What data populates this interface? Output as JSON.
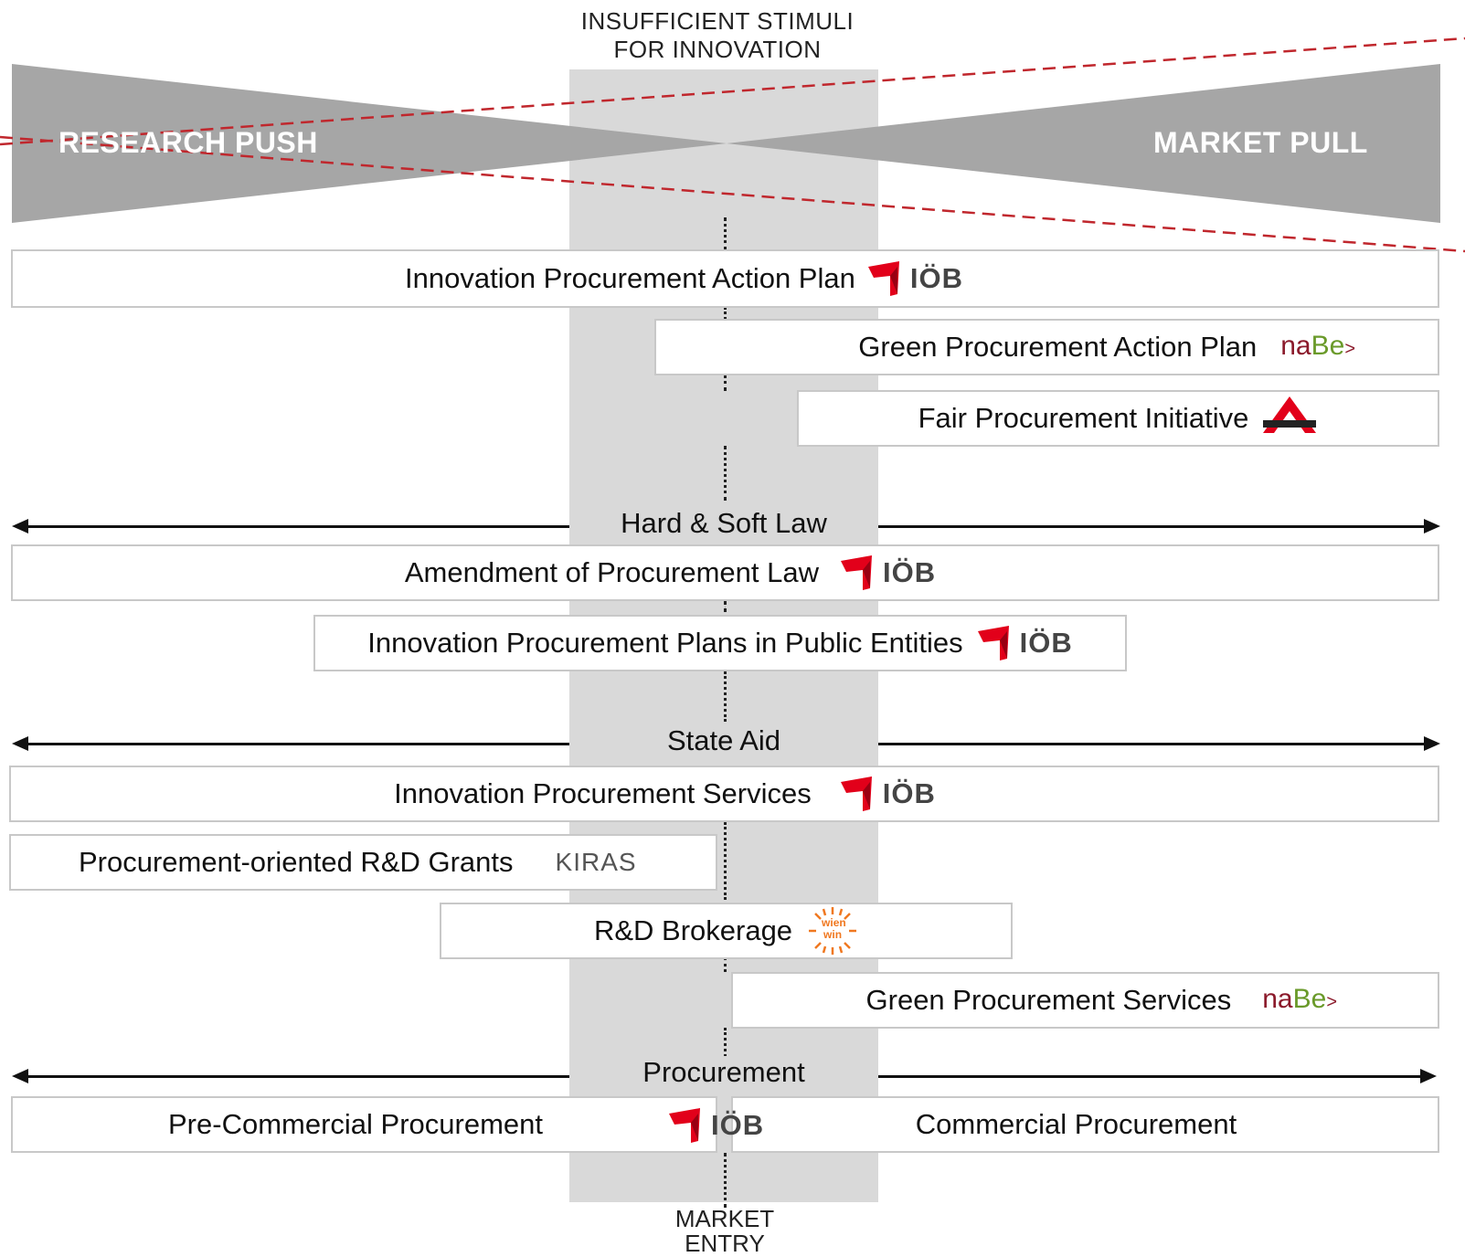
{
  "header": {
    "line1": "INSUFFICIENT  STIMULI",
    "line2": "FOR INNOVATION"
  },
  "funnel": {
    "left": "RESEARCH PUSH",
    "right": "MARKET PULL",
    "fill_color": "#a6a6a6",
    "crossed_out_color": "#c0272d"
  },
  "group1": {
    "bars": [
      {
        "label": "Innovation  Procurement Action Plan",
        "logo": "ioeb-logo"
      },
      {
        "label": "Green  Procurement Action Plan",
        "logo": "nabe-logo"
      },
      {
        "label": "Fair Procurement Initiative",
        "logo": "faire-vergaben-logo"
      }
    ]
  },
  "section_hard_soft": "Hard & Soft Law",
  "group2": {
    "bars": [
      {
        "label": "Amendment of Procurement Law",
        "logo": "ioeb-logo"
      },
      {
        "label": "Innovation  Procurement Plans in Public Entities",
        "logo": "ioeb-logo"
      }
    ]
  },
  "section_state_aid": "State Aid",
  "group3": {
    "bars": [
      {
        "label": "Innovation  Procurement Services",
        "logo": "ioeb-logo"
      },
      {
        "label": "Procurement-oriented R&D Grants",
        "logo": "kiras-logo"
      },
      {
        "label": "R&D Brokerage",
        "logo": "wien-win-logo"
      },
      {
        "label": "Green  Procurement Services",
        "logo": "nabe-logo"
      }
    ]
  },
  "section_procurement": "Procurement",
  "group4": {
    "pre_commercial": "Pre-Commercial Procurement",
    "commercial": "Commercial Procurement"
  },
  "logos": {
    "ioeb": "IÖB",
    "nabe_na": "na",
    "nabe_be": "Be",
    "kiras": "KIRAS",
    "wien": "wien",
    "win": "win"
  },
  "market_entry": {
    "line1": "MARKET",
    "line2": "ENTRY"
  }
}
